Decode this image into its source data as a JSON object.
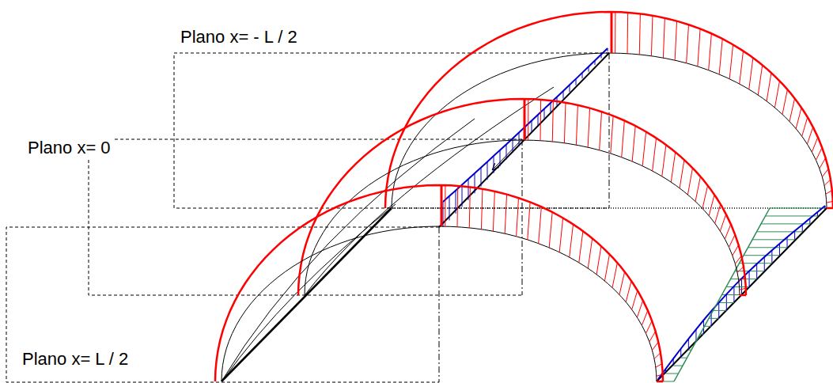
{
  "diagram": {
    "labels": [
      "Plano x= - L / 2",
      "Plano x= 0",
      "Plano x= L / 2"
    ]
  }
}
